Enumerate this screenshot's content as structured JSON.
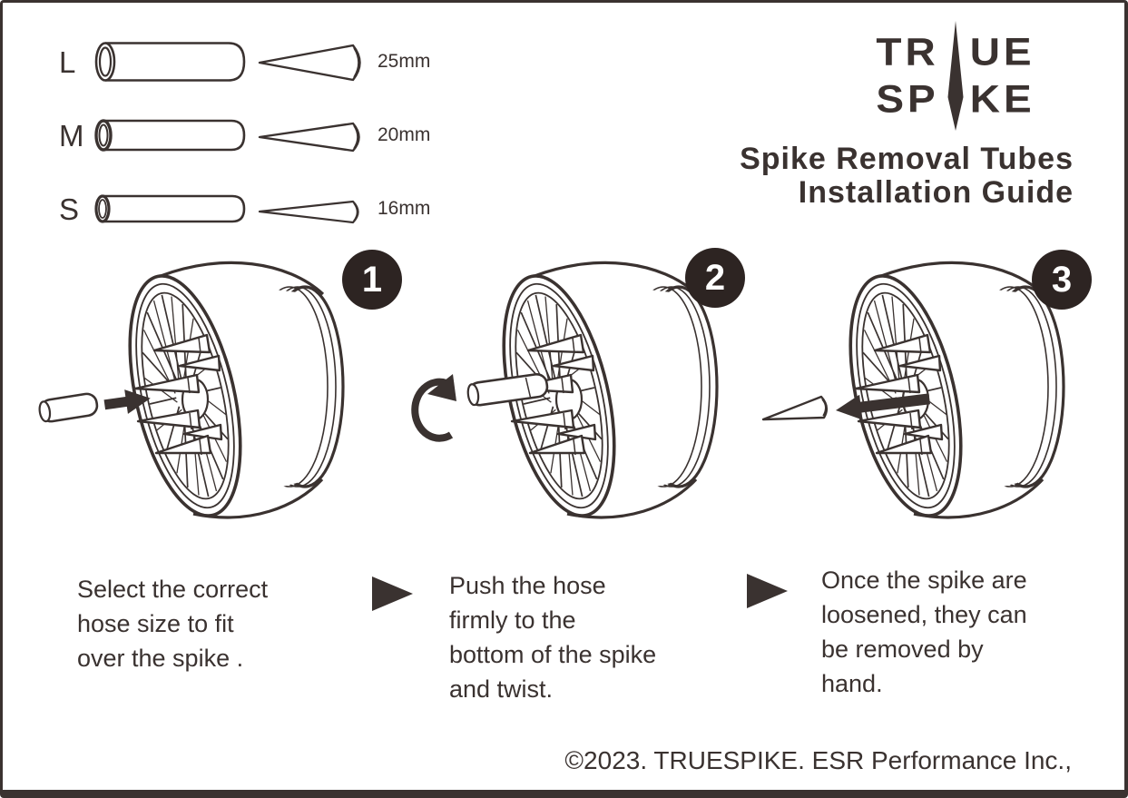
{
  "size_chart": {
    "rows": [
      {
        "label": "L",
        "size": "25mm"
      },
      {
        "label": "M",
        "size": "20mm"
      },
      {
        "label": "S",
        "size": "16mm"
      }
    ]
  },
  "brand": {
    "logo": {
      "line1_left": "TR",
      "line1_right": "UE",
      "line2_left": "SP",
      "line2_right": "KE"
    },
    "title_line1": "Spike Removal Tubes",
    "title_line2": "Installation Guide"
  },
  "steps": [
    {
      "number": "1",
      "description": "Select the correct\nhose size to fit\nover the spike ."
    },
    {
      "number": "2",
      "description": "Push the hose\nfirmly to the\nbottom of the spike\nand twist."
    },
    {
      "number": "3",
      "description": "Once the spike are\nloosened, they can\nbe removed by\nhand."
    }
  ],
  "footer": {
    "copyright": "©2023. TRUESPIKE. ESR Performance Inc.,"
  },
  "colors": {
    "ink": "#3a3230",
    "badge": "#2d2422",
    "background": "#ffffff"
  }
}
